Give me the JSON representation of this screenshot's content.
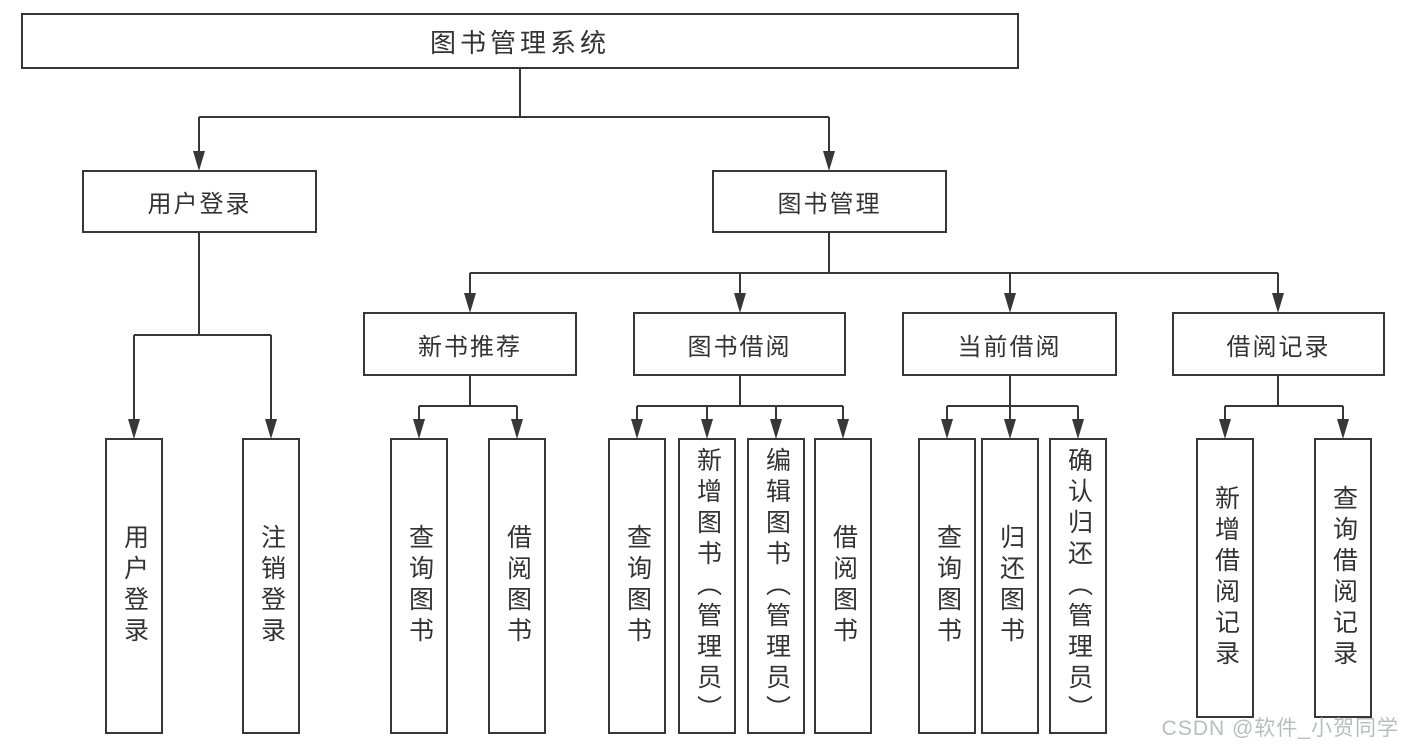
{
  "diagram": {
    "title": "图书管理系统",
    "branches": [
      {
        "label": "用户登录",
        "children": [
          "用户登录",
          "注销登录"
        ]
      },
      {
        "label": "图书管理",
        "children": [
          {
            "label": "新书推荐",
            "children": [
              "查询图书",
              "借阅图书"
            ]
          },
          {
            "label": "图书借阅",
            "children": [
              "查询图书",
              "新增图书（管理员）",
              "编辑图书（管理员）",
              "借阅图书"
            ]
          },
          {
            "label": "当前借阅",
            "children": [
              "查询图书",
              "归还图书",
              "确认归还（管理员）"
            ]
          },
          {
            "label": "借阅记录",
            "children": [
              "新增借阅记录",
              "查询借阅记录"
            ]
          }
        ]
      }
    ]
  },
  "watermark": {
    "text": "CSDN @软件_小贺同学"
  },
  "colors": {
    "line": "#373737",
    "text": "#333333",
    "watermark": "#b9bcc1",
    "background": "#ffffff"
  }
}
